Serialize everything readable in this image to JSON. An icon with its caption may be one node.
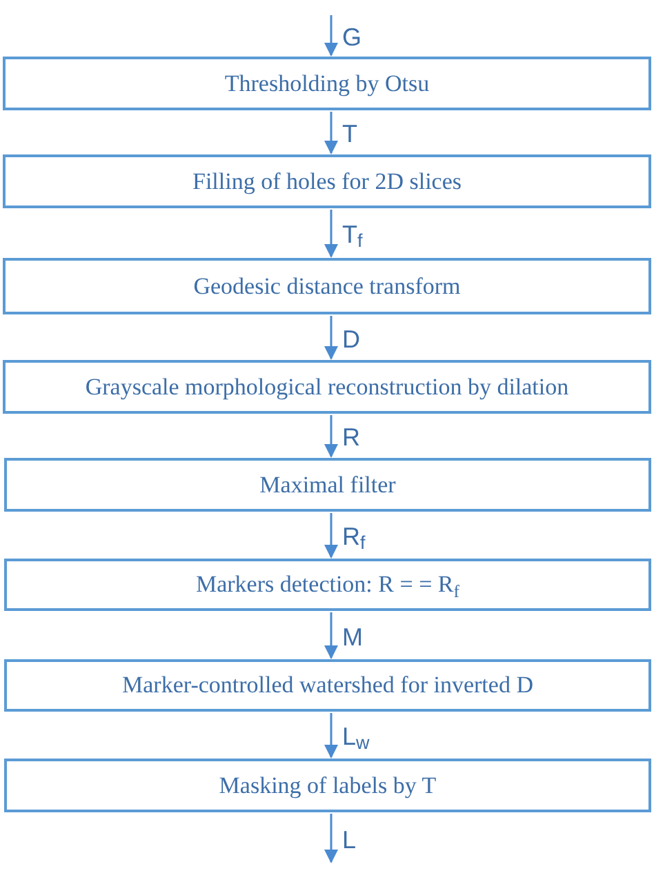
{
  "diagram": {
    "nodes": [
      {
        "text": [
          "Thresholding by Otsu"
        ]
      },
      {
        "text": [
          "Filling of holes for 2D slices"
        ]
      },
      {
        "text": [
          "Geodesic distance transform"
        ]
      },
      {
        "text": [
          "Grayscale morphological reconstruction by dilation"
        ]
      },
      {
        "text": [
          "Maximal filter"
        ]
      },
      {
        "text": [
          "Markers detection: R = = R$_{f}$"
        ]
      },
      {
        "text": [
          "Marker-controlled watershed for inverted D"
        ]
      },
      {
        "text": [
          "Masking of labels by T"
        ]
      }
    ],
    "edges": [
      {
        "from": null,
        "to": 0,
        "arrow": "to",
        "label": "G"
      },
      {
        "from": 0,
        "to": 1,
        "arrow": "to",
        "label": "T"
      },
      {
        "from": 1,
        "to": 2,
        "arrow": "to",
        "label": "T$_{f}$"
      },
      {
        "from": 2,
        "to": 3,
        "arrow": "to",
        "label": "D"
      },
      {
        "from": 3,
        "to": 4,
        "arrow": "to",
        "label": "R"
      },
      {
        "from": 4,
        "to": 5,
        "arrow": "to",
        "label": "R$_{f}$"
      },
      {
        "from": 5,
        "to": 6,
        "arrow": "to",
        "label": "M"
      },
      {
        "from": 6,
        "to": 7,
        "arrow": "to",
        "label": "L$_{w}$"
      },
      {
        "from": 7,
        "to": null,
        "arrow": "to",
        "label": "L"
      }
    ]
  }
}
